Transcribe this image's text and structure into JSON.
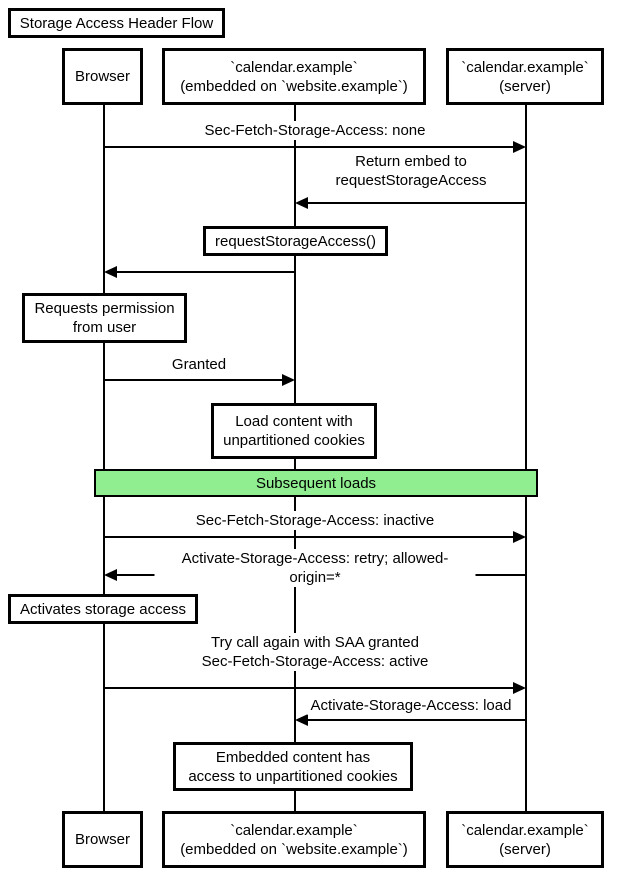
{
  "diagram": {
    "title": "Storage Access Header Flow",
    "participants": [
      {
        "label": "Browser"
      },
      {
        "label": "`calendar.example`\n(embedded on `website.example`)"
      },
      {
        "label": "`calendar.example`\n(server)"
      }
    ],
    "messages": [
      {
        "id": "sec_fetch_none",
        "text": "Sec-Fetch-Storage-Access: none",
        "from": "browser",
        "to": "server"
      },
      {
        "id": "return_embed",
        "text": "Return embed to\nrequestStorageAccess",
        "from": "server",
        "to": "embedded"
      },
      {
        "id": "saa_call_response",
        "text": "",
        "from": "embedded",
        "to": "browser"
      },
      {
        "id": "granted",
        "text": "Granted",
        "from": "browser",
        "to": "embedded"
      },
      {
        "id": "sec_fetch_inactive",
        "text": "Sec-Fetch-Storage-Access: inactive",
        "from": "browser",
        "to": "server"
      },
      {
        "id": "activate_retry",
        "text": "Activate-Storage-Access: retry; allowed-origin=*",
        "from": "server",
        "to": "browser"
      },
      {
        "id": "try_again",
        "text": "Try call again with SAA granted\nSec-Fetch-Storage-Access: active",
        "from": "browser",
        "to": "server"
      },
      {
        "id": "activate_load",
        "text": "Activate-Storage-Access: load",
        "from": "server",
        "to": "embedded"
      }
    ],
    "notes": [
      {
        "id": "request_saa",
        "text": "requestStorageAccess()",
        "over": "embedded"
      },
      {
        "id": "requests_permission",
        "text": "Requests permission\nfrom user",
        "over": "browser"
      },
      {
        "id": "load_content",
        "text": "Load content with\nunpartitioned cookies",
        "over": "embedded"
      },
      {
        "id": "activates_storage",
        "text": "Activates storage access",
        "over": "browser"
      },
      {
        "id": "embedded_access",
        "text": "Embedded content has\naccess to unpartitioned cookies",
        "over": "embedded"
      }
    ],
    "separator": {
      "label": "Subsequent loads"
    },
    "colors": {
      "separator_bg": "#90EE90",
      "stroke": "#000000",
      "label_bg": "#FFFFFF"
    }
  }
}
